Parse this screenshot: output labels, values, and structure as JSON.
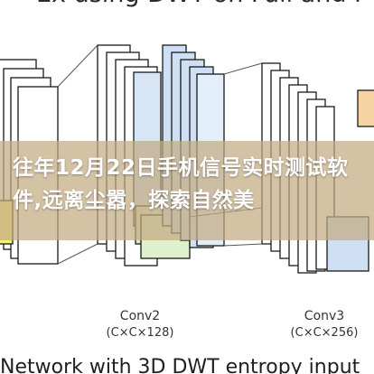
{
  "figure": {
    "top_caption": "Ex using DWT on Full and Reduced",
    "bottom_caption": "Network with 3D DWT entropy input"
  },
  "layers": {
    "conv2": {
      "name": "Conv2",
      "dims": "(C×C×128)"
    },
    "conv3": {
      "name": "Conv3",
      "dims": "(C×C×256)"
    }
  },
  "overlay": {
    "headline": "往年12月22日手机信号实时测试软件,远离尘嚣，探索自然美"
  },
  "colors": {
    "slab_fill": "#ffffff",
    "slab_stroke": "#1a1a1a",
    "accent_blue": "#cfe0f5",
    "accent_green": "#d9edc4",
    "accent_orange": "#f5d3a3",
    "accent_yellow": "#f7f07a",
    "banner": "#c4aa82"
  }
}
